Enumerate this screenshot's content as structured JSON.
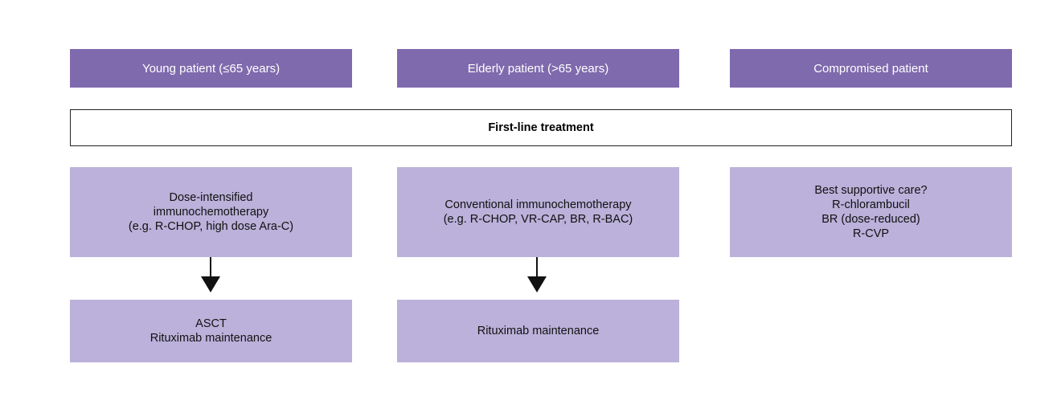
{
  "headers": [
    {
      "label": "Young patient (≤65 years)"
    },
    {
      "label": "Elderly patient (>65 years)"
    },
    {
      "label": "Compromised patient"
    }
  ],
  "first_line": {
    "label": "First-line treatment"
  },
  "treatments": [
    {
      "lines": [
        "Dose-intensified",
        "immunochemotherapy",
        "(e.g. R-CHOP, high dose Ara-C)"
      ]
    },
    {
      "lines": [
        "Conventional immunochemotherapy",
        "(e.g. R-CHOP, VR-CAP, BR, R-BAC)"
      ]
    },
    {
      "lines": [
        "Best supportive care?",
        "R-chlorambucil",
        "BR (dose-reduced)",
        "R-CVP"
      ]
    }
  ],
  "maintenance": [
    {
      "lines": [
        "ASCT",
        "Rituximab maintenance"
      ]
    },
    {
      "lines": [
        "Rituximab maintenance"
      ]
    }
  ],
  "colors": {
    "header_fill": "#7f6aad",
    "box_fill": "#bbb1da",
    "band_border": "#222222"
  }
}
